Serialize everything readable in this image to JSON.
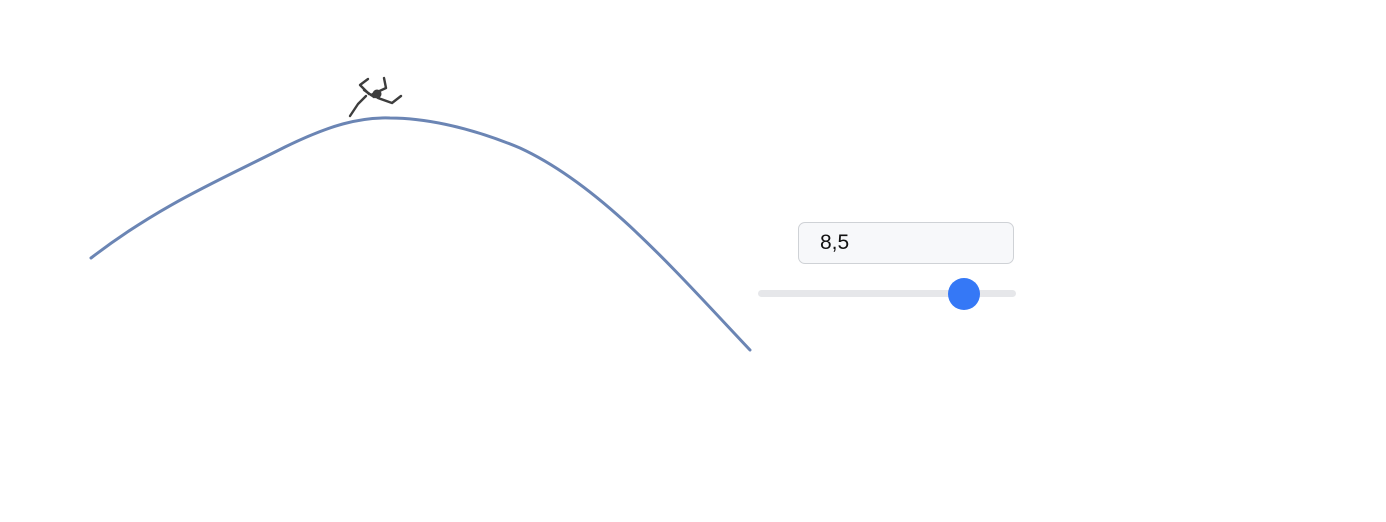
{
  "slider": {
    "display_value": "8,5",
    "value": 8.5,
    "min": 0,
    "max": 10,
    "thumb_color": "#3578f6",
    "track_color": "#e6e7ea"
  },
  "scene": {
    "curve_color": "#6b85b4",
    "figure_icon": "running-person-icon",
    "figure_color": "#3d3d3d"
  }
}
